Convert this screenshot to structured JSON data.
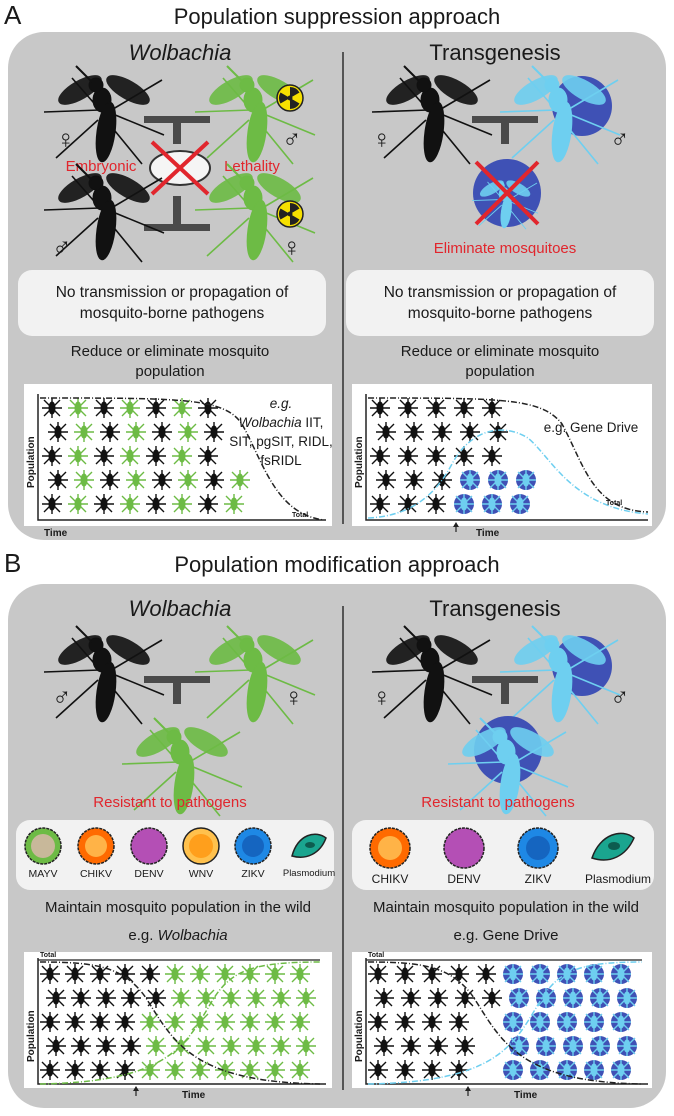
{
  "panel_a": {
    "letter": "A",
    "title": "Population suppression approach",
    "left": {
      "heading": "Wolbachia",
      "red_left": "Embryonic",
      "red_right": "Lethality",
      "box": "No transmission or propagation of mosquito-borne pathogens",
      "caption": "Reduce or eliminate mosquito population",
      "example_prefix": "e.g.",
      "example_italic": "Wolbachia",
      "example_rest": "IIT, SIT, pgSIT, RIDL, fsRIDL",
      "y_axis": "Population",
      "x_axis": "Time",
      "total": "Total",
      "sym_female_top": "♀",
      "sym_male_top": "♂",
      "sym_male_bottom": "♂",
      "sym_female_bottom": "♀"
    },
    "right": {
      "heading": "Transgenesis",
      "red_label": "Eliminate mosquitoes",
      "box": "No transmission or propagation of mosquito-borne pathogens",
      "caption": "Reduce or eliminate mosquito population",
      "example": "e.g. Gene Drive",
      "y_axis": "Population",
      "x_axis": "Time",
      "total": "Total",
      "sym_female": "♀",
      "sym_male": "♂"
    }
  },
  "panel_b": {
    "letter": "B",
    "title": "Population modification approach",
    "left": {
      "heading": "Wolbachia",
      "red_label": "Resistant to pathogens",
      "pathogens": [
        "MAYV",
        "CHIKV",
        "DENV",
        "WNV",
        "ZIKV",
        "Plasmodium"
      ],
      "caption": "Maintain mosquito population in the wild",
      "example_prefix": "e.g.",
      "example_italic": "Wolbachia",
      "y_axis": "Population",
      "x_axis": "Time",
      "total": "Total",
      "sym_male": "♂",
      "sym_female": "♀"
    },
    "right": {
      "heading": "Transgenesis",
      "red_label": "Resistant to pathogens",
      "pathogens": [
        "CHIKV",
        "DENV",
        "ZIKV",
        "Plasmodium"
      ],
      "caption": "Maintain mosquito population in the wild",
      "example": "e.g. Gene Drive",
      "y_axis": "Population",
      "x_axis": "Time",
      "total": "Total",
      "sym_female": "♀",
      "sym_male": "♂"
    }
  },
  "colors": {
    "panel": "#c8c8c8",
    "red": "#e1262d",
    "green": "#6dbb45",
    "blue_mosquito": "#6ecff0",
    "blue_disc": "#3f51b5",
    "black": "#111111"
  }
}
